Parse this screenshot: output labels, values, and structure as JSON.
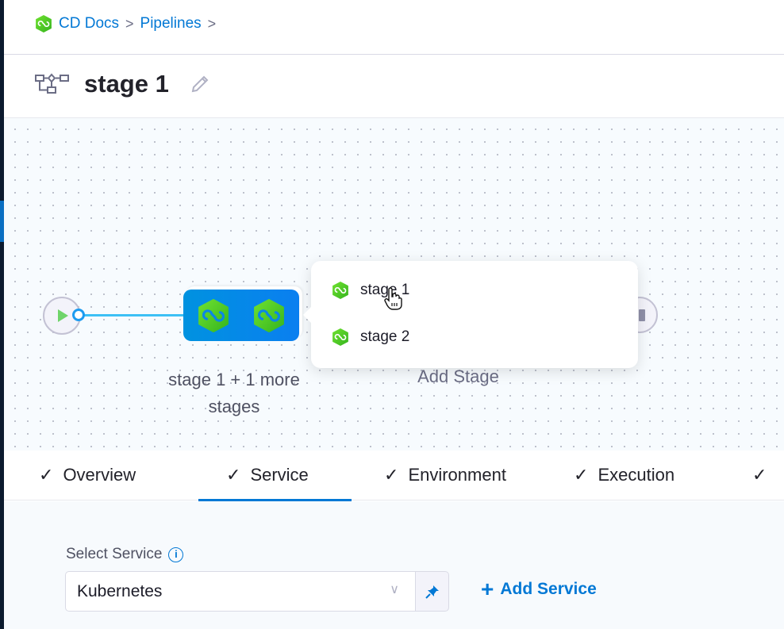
{
  "breadcrumb": {
    "items": [
      "CD Docs",
      "Pipelines"
    ],
    "separator": ">"
  },
  "header": {
    "title": "stage 1"
  },
  "canvas": {
    "group_label": "stage 1 + 1 more stages",
    "add_stage_label": "Add Stage",
    "popover_items": [
      {
        "label": "stage 1",
        "icon": "cd-hexagon-icon"
      },
      {
        "label": "stage 2",
        "icon": "cd-hexagon-icon"
      }
    ]
  },
  "tabs": [
    {
      "label": "Overview",
      "checked": true,
      "active": false
    },
    {
      "label": "Service",
      "checked": true,
      "active": true
    },
    {
      "label": "Environment",
      "checked": true,
      "active": false
    },
    {
      "label": "Execution",
      "checked": true,
      "active": false
    }
  ],
  "tab_check": "✓",
  "service": {
    "label": "Select Service",
    "info": "i",
    "value": "Kubernetes",
    "chevron": "∨",
    "add_label": "Add Service",
    "add_icon": "+"
  },
  "colors": {
    "accent": "#0278d5",
    "stage_group": "#0092e0",
    "cd_green": "#4fd12a",
    "dark_nav": "#0b1a2e"
  }
}
